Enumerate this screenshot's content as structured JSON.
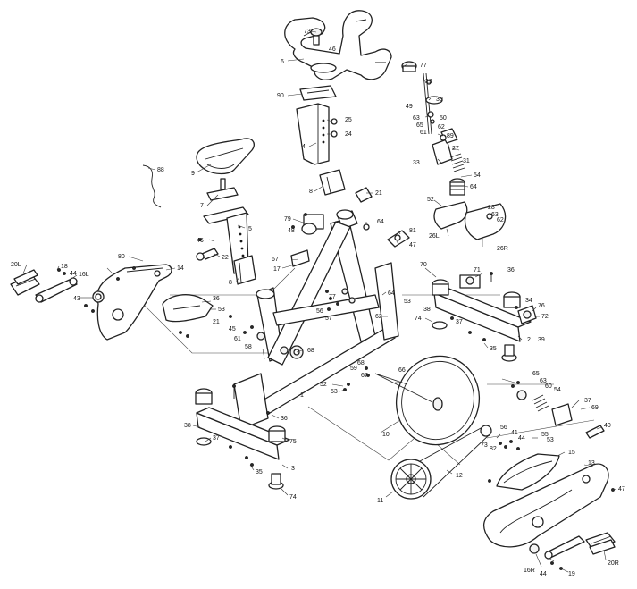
{
  "callouts": {
    "c1": "1",
    "c2": "2",
    "c3": "3",
    "c4": "4",
    "c5": "5",
    "c6": "6",
    "c7": "7",
    "c8": "8",
    "c9": "9",
    "c10": "10",
    "c11": "11",
    "c12": "12",
    "c13": "13",
    "c14": "14",
    "c15": "15",
    "c16L": "16L",
    "c16R": "16R",
    "c17": "17",
    "c18": "18",
    "c19": "19",
    "c20L": "20L",
    "c20R": "20R",
    "c21": "21",
    "c22": "22",
    "c24": "24",
    "c25": "25",
    "c26L": "26L",
    "c26R": "26R",
    "c27": "27",
    "c28": "28",
    "c29": "29",
    "c30": "30",
    "c31": "31",
    "c33": "33",
    "c34": "34",
    "c35": "35",
    "c36": "36",
    "c37": "37",
    "c38": "38",
    "c39": "39",
    "c40": "40",
    "c41": "41",
    "c43": "43",
    "c44": "44",
    "c45": "45",
    "c46": "46",
    "c47": "47",
    "c48": "48",
    "c49": "49",
    "c50": "50",
    "c52": "52",
    "c53": "53",
    "c54": "54",
    "c55": "55",
    "c56": "56",
    "c57": "57",
    "c58": "58",
    "c59": "59",
    "c60": "60",
    "c61": "61",
    "c62": "62",
    "c63": "63",
    "c64": "64",
    "c65": "65",
    "c66": "66",
    "c67": "67",
    "c68": "68",
    "c69": "69",
    "c70": "70",
    "c71": "71",
    "c72": "72",
    "c73": "73",
    "c74": "74",
    "c75": "75",
    "c76": "76",
    "c77": "77",
    "c79": "79",
    "c80": "80",
    "c81": "81",
    "c82": "82",
    "c88": "88",
    "c89": "89",
    "c90": "90"
  }
}
